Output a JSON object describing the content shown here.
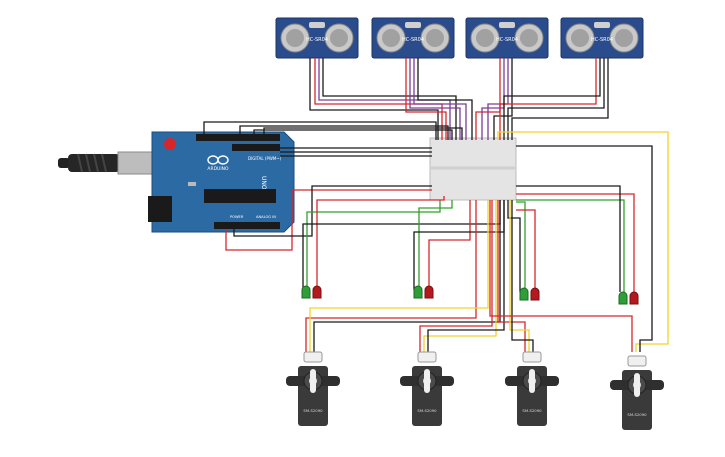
{
  "sensors": [
    {
      "label": "HC-SR04"
    },
    {
      "label": "HC-SR04"
    },
    {
      "label": "HC-SR04"
    },
    {
      "label": "HC-SR04"
    }
  ],
  "arduino": {
    "brand": "ARDUINO",
    "model": "UNO",
    "power_label": "POWER",
    "analog_label": "ANALOG IN",
    "digital_label": "DIGITAL (PWM~)"
  },
  "servos": [
    {
      "label": "SM-S2090"
    },
    {
      "label": "SM-S2090"
    },
    {
      "label": "SM-S2090"
    },
    {
      "label": "SM-S2090"
    }
  ],
  "led_pairs": [
    {
      "colors": [
        "green",
        "red"
      ]
    },
    {
      "colors": [
        "green",
        "red"
      ]
    },
    {
      "colors": [
        "green",
        "red"
      ]
    },
    {
      "colors": [
        "green",
        "red"
      ]
    }
  ],
  "colors": {
    "wire_black": "#1a1a1a",
    "wire_red": "#d7262b",
    "wire_yellow": "#f3d22a",
    "wire_green": "#33a02c",
    "wire_purple": "#7d3c98",
    "board_blue": "#2c6aa4",
    "sensor_blue": "#2a4c8c",
    "servo_body": "#3a3a3a",
    "breadboard": "#e4e4e4"
  }
}
